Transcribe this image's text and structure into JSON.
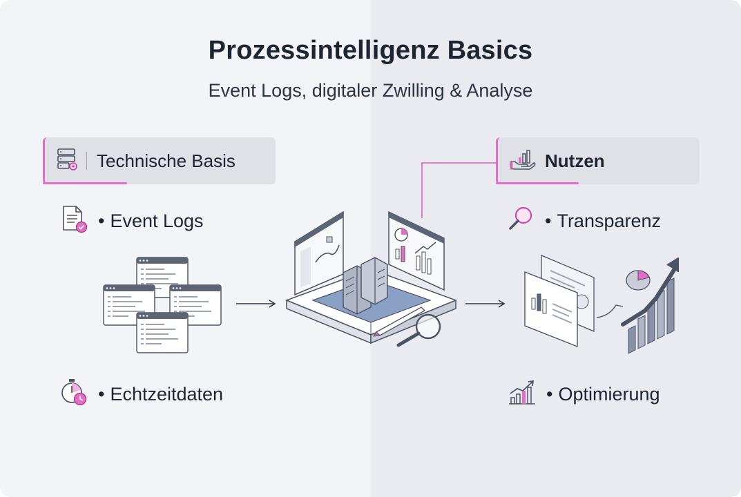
{
  "title": "Prozessintelligenz Basics",
  "subtitle": "Event Logs, digitaler Zwilling & Analyse",
  "left": {
    "header": "Technische Basis",
    "items": [
      {
        "label": "Event Logs",
        "icon": "document-check-icon"
      },
      {
        "label": "Echtzeitdaten",
        "icon": "stopwatch-clock-icon"
      }
    ]
  },
  "right": {
    "header": "Nutzen",
    "items": [
      {
        "label": "Transparenz",
        "icon": "magnifier-icon"
      },
      {
        "label": "Optimierung",
        "icon": "growth-chart-icon"
      }
    ]
  },
  "bullet": "•",
  "colors": {
    "accent": "#e46ec7",
    "text": "#1e2532",
    "header_bg": "#dfe1e7",
    "line": "#4a5263"
  }
}
